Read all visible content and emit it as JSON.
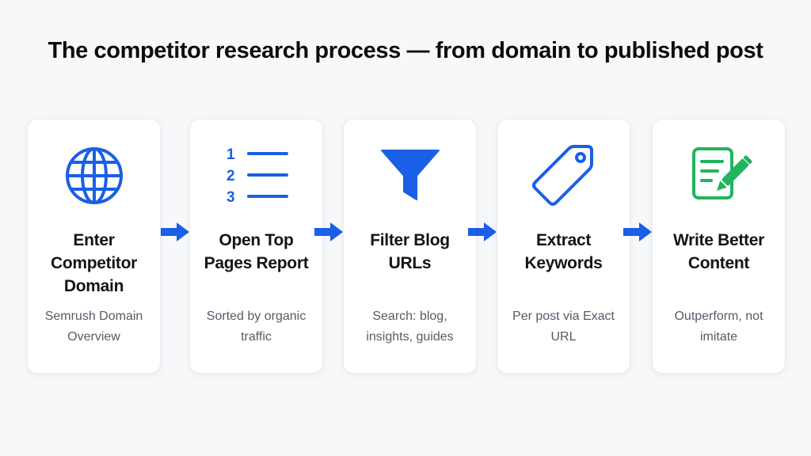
{
  "title": "The competitor research process — from domain to published post",
  "steps": [
    {
      "heading": "Enter Competitor Domain",
      "description": "Semrush Domain Overview",
      "icon": "globe-icon"
    },
    {
      "heading": "Open Top Pages Report",
      "description": "Sorted by organic traffic",
      "icon": "numbered-list-icon",
      "icon_numbers": [
        "1",
        "2",
        "3"
      ]
    },
    {
      "heading": "Filter Blog URLs",
      "description": "Search: blog, insights, guides",
      "icon": "funnel-icon"
    },
    {
      "heading": "Extract Keywords",
      "description": "Per post via Exact URL",
      "icon": "tag-icon"
    },
    {
      "heading": "Write Better Content",
      "description": "Outperform, not imitate",
      "icon": "edit-document-icon"
    }
  ],
  "colors": {
    "accent": "#1a5fe6",
    "success": "#22b45e",
    "text": "#141414",
    "muted": "#555b66"
  }
}
